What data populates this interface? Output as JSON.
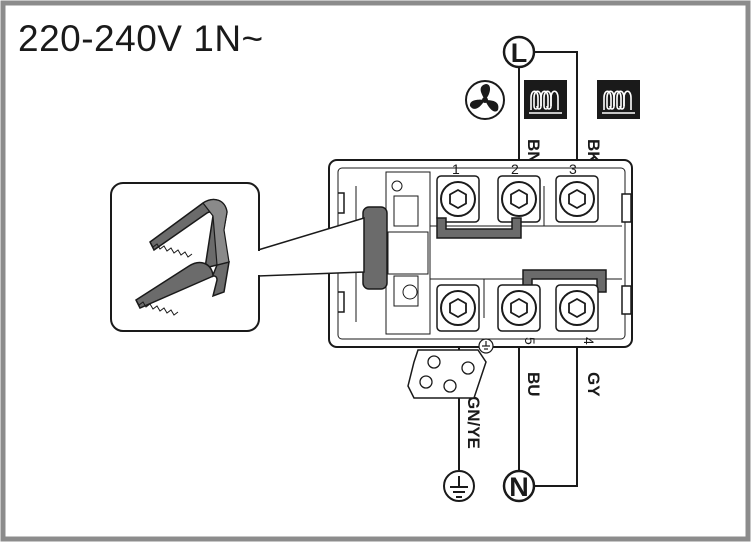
{
  "title": "220-240V 1N~",
  "terminals": {
    "live": "L",
    "neutral": "N",
    "numbers": [
      "1",
      "2",
      "3",
      "4",
      "5"
    ]
  },
  "wires": {
    "brown": "BN",
    "black": "BK",
    "blue": "BU",
    "grey": "GY",
    "earth": "GN/YE"
  },
  "icons": [
    "fan-icon",
    "heating-element-icon",
    "heating-element-icon",
    "earth-symbol-icon",
    "bridge-link-icon"
  ],
  "colors": {
    "border": "#8c8c8c",
    "line": "#1a1a1a",
    "bridge": "#6b6b6b",
    "block_fill": "#ffffff"
  }
}
